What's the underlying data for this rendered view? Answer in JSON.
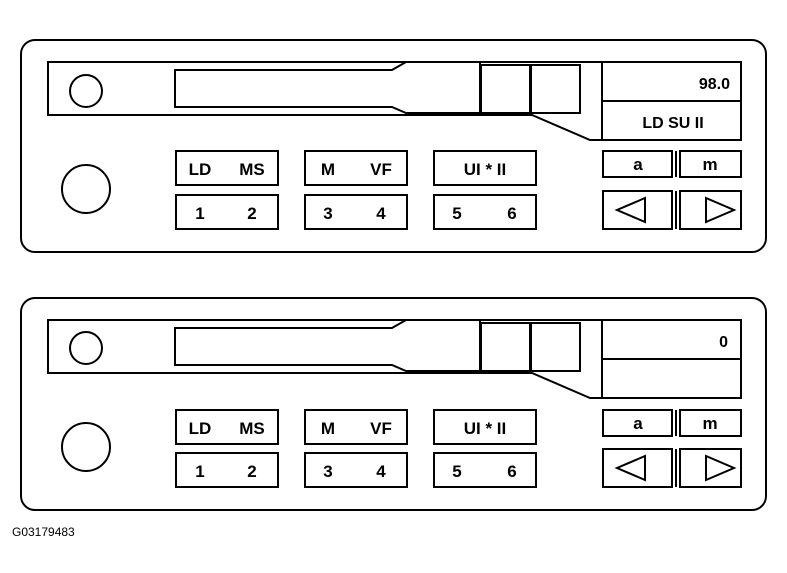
{
  "panels": [
    {
      "display_top": "98.0",
      "display_bottom": "LD  SU II",
      "preset_row1": [
        "LD",
        "MS",
        "M",
        "VF",
        "UI * II"
      ],
      "preset_row2": [
        "1",
        "2",
        "3",
        "4",
        "5",
        "6"
      ],
      "am_label": "a",
      "fm_label": "m"
    },
    {
      "display_top": "0",
      "display_bottom": "",
      "preset_row1": [
        "LD",
        "MS",
        "M",
        "VF",
        "UI * II"
      ],
      "preset_row2": [
        "1",
        "2",
        "3",
        "4",
        "5",
        "6"
      ],
      "am_label": "a",
      "fm_label": "m"
    }
  ],
  "figure_code": "G03179483"
}
